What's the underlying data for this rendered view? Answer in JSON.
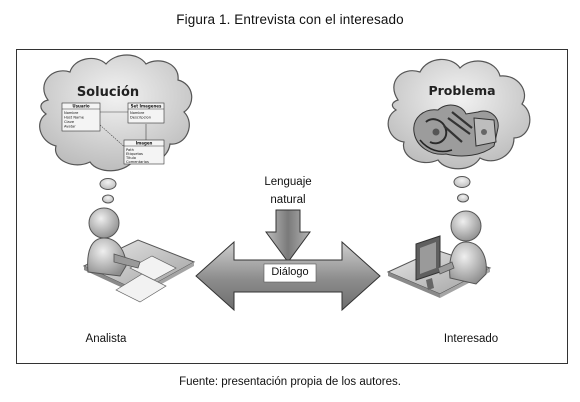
{
  "figure": {
    "title": "Figura 1. Entrevista con el interesado",
    "source": "Fuente: presentación propia de los autores."
  },
  "left_cloud": {
    "title": "Solución",
    "classes": [
      {
        "name": "Usuario",
        "attrs": [
          "Nombre",
          "Host Name",
          "Clave",
          "Avatar"
        ]
      },
      {
        "name": "Set Imagenes",
        "attrs": [
          "Nombre",
          "Descripcion"
        ]
      },
      {
        "name": "Imagen",
        "attrs": [
          "Path",
          "Etiquetas",
          "Titulo",
          "Comentarios"
        ]
      }
    ]
  },
  "right_cloud": {
    "title": "Problema"
  },
  "arrows": {
    "language": [
      "Lenguaje",
      "natural"
    ],
    "dialog": "Diálogo"
  },
  "actors": {
    "left": "Analista",
    "right": "Interesado"
  },
  "colors": {
    "cloud_fill": "#dcdcdc",
    "arrow_fill": "#9a9a9a",
    "frame_border": "#333333"
  }
}
